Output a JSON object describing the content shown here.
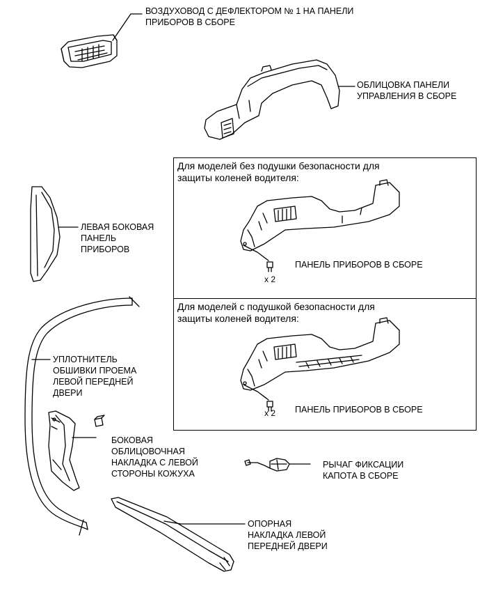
{
  "labels": {
    "vent_duct": [
      "ВОЗДУХОВОД С ДЕФЛЕКТОРОМ № 1 НА ПАНЕЛИ",
      "ПРИБОРОВ В СБОРЕ"
    ],
    "control_panel_trim": [
      "ОБЛИЦОВКА ПАНЕЛИ",
      "УПРАВЛЕНИЯ В СБОРЕ"
    ],
    "left_side_panel": [
      "ЛЕВАЯ БОКОВАЯ",
      "ПАНЕЛЬ",
      "ПРИБОРОВ"
    ],
    "door_weatherstrip": [
      "УПЛОТНИТЕЛЬ",
      "ОБШИВКИ ПРОЕМА",
      "ЛЕВОЙ ПЕРЕДНЕЙ",
      "ДВЕРИ"
    ],
    "cowl_side_trim": [
      "БОКОВАЯ",
      "ОБЛИЦОВОЧНАЯ",
      "НАКЛАДКА С ЛЕВОЙ",
      "СТОРОНЫ КОЖУХА"
    ],
    "hood_lock_lever": [
      "РЫЧАГ ФИКСАЦИИ",
      "КАПОТА В СБОРЕ"
    ],
    "door_scuff_plate": [
      "ОПОРНАЯ",
      "НАКЛАДКА ЛЕВОЙ",
      "ПЕРЕДНЕЙ ДВЕРИ"
    ]
  },
  "boxes": {
    "without_airbag": {
      "title": [
        "Для моделей без подушки безопасности для",
        "защиты коленей водителя:"
      ],
      "part_label": "ПАНЕЛЬ ПРИБОРОВ В СБОРЕ",
      "quantity": "x 2"
    },
    "with_airbag": {
      "title": [
        "Для моделей с подушкой безопасности для",
        "защиты коленей водителя:"
      ],
      "part_label": "ПАНЕЛЬ ПРИБОРОВ В СБОРЕ",
      "quantity": "x 2"
    }
  }
}
